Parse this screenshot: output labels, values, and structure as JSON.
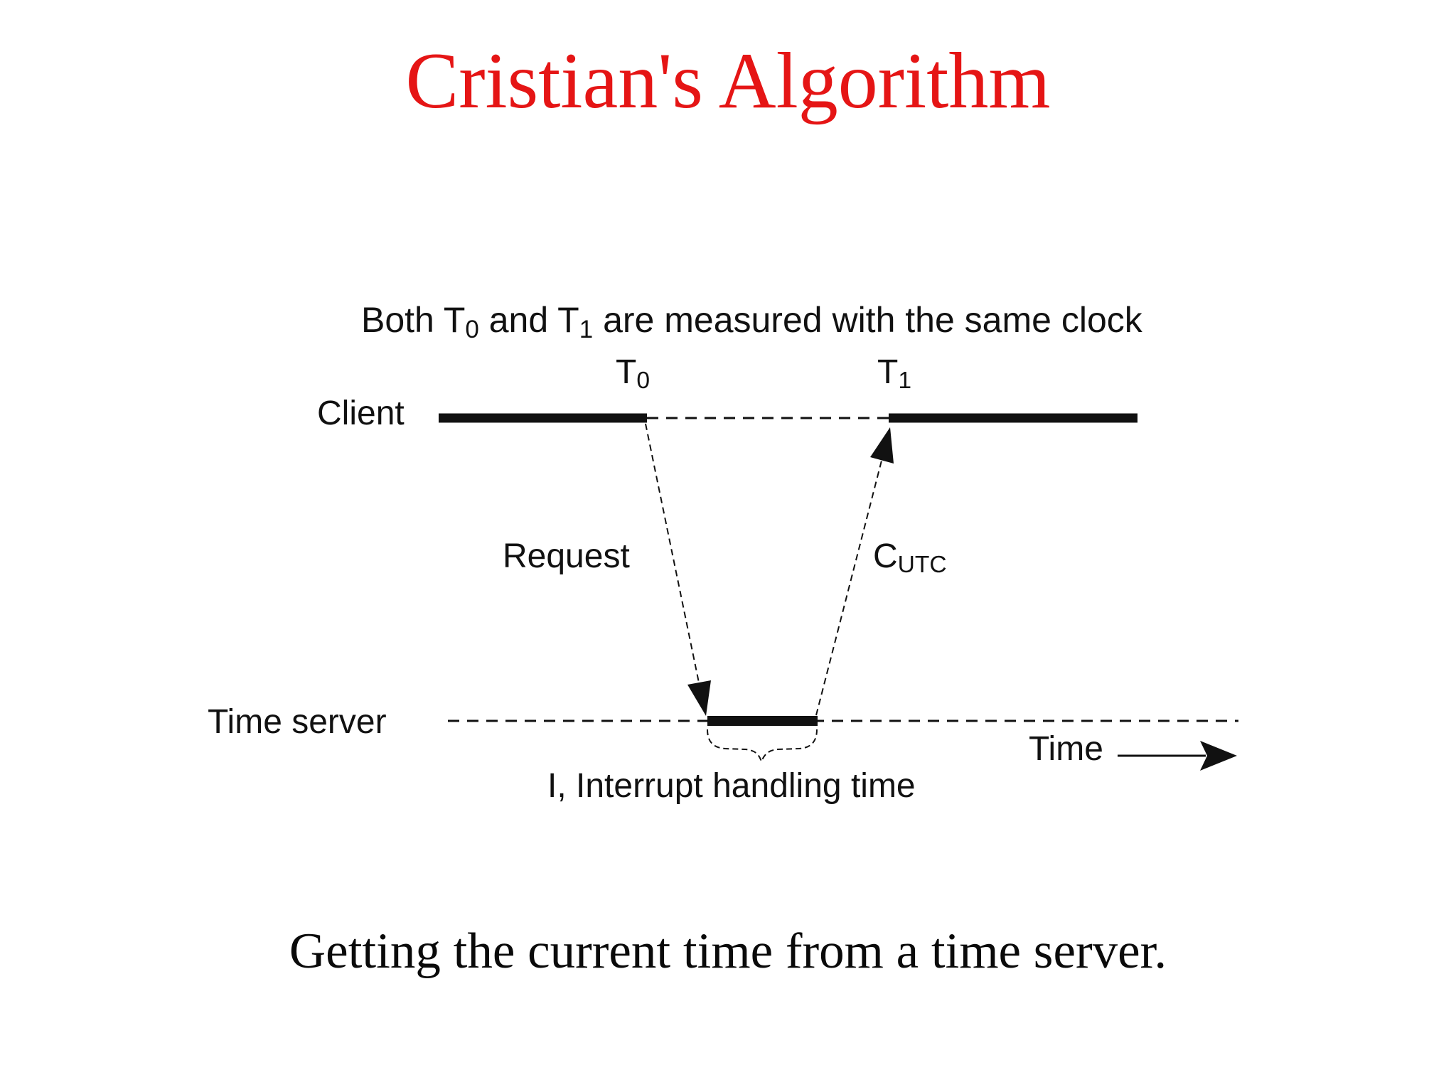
{
  "slide": {
    "title": "Cristian's Algorithm",
    "caption": "Getting the current time from a time server."
  },
  "diagram": {
    "note": {
      "pre": "Both T",
      "sub0": "0",
      "mid": " and T",
      "sub1": "1",
      "post": " are measured with the same clock"
    },
    "labels": {
      "client": "Client",
      "time_server": "Time server",
      "request": "Request",
      "cutc_base": "C",
      "cutc_sub": "UTC",
      "t0_base": "T",
      "t0_sub": "0",
      "t1_base": "T",
      "t1_sub": "1",
      "interrupt": "I, Interrupt handling time",
      "time_axis": "Time"
    },
    "colors": {
      "title_red": "#e51515",
      "ink": "#111111",
      "background": "#ffffff"
    }
  }
}
